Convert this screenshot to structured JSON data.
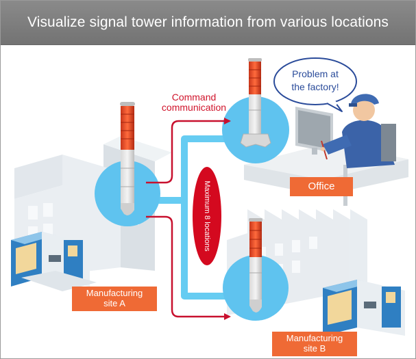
{
  "header": {
    "title": "Visualize signal tower information from various locations"
  },
  "labels": {
    "command": "Command\ncommunication",
    "max_locations": "Maximum 8 locations",
    "speech": "Problem at\nthe factory!",
    "office": "Office",
    "site_a": "Manufacturing\nsite A",
    "site_b": "Manufacturing\nsite B"
  },
  "colors": {
    "header_bg": "#7d7d7d",
    "circle": "#5fc3ef",
    "link": "#66ccf2",
    "command_arrow": "#c8102e",
    "tag": "#ef6a35",
    "max_oval": "#d4091f",
    "speech_text": "#2a4b9a"
  }
}
